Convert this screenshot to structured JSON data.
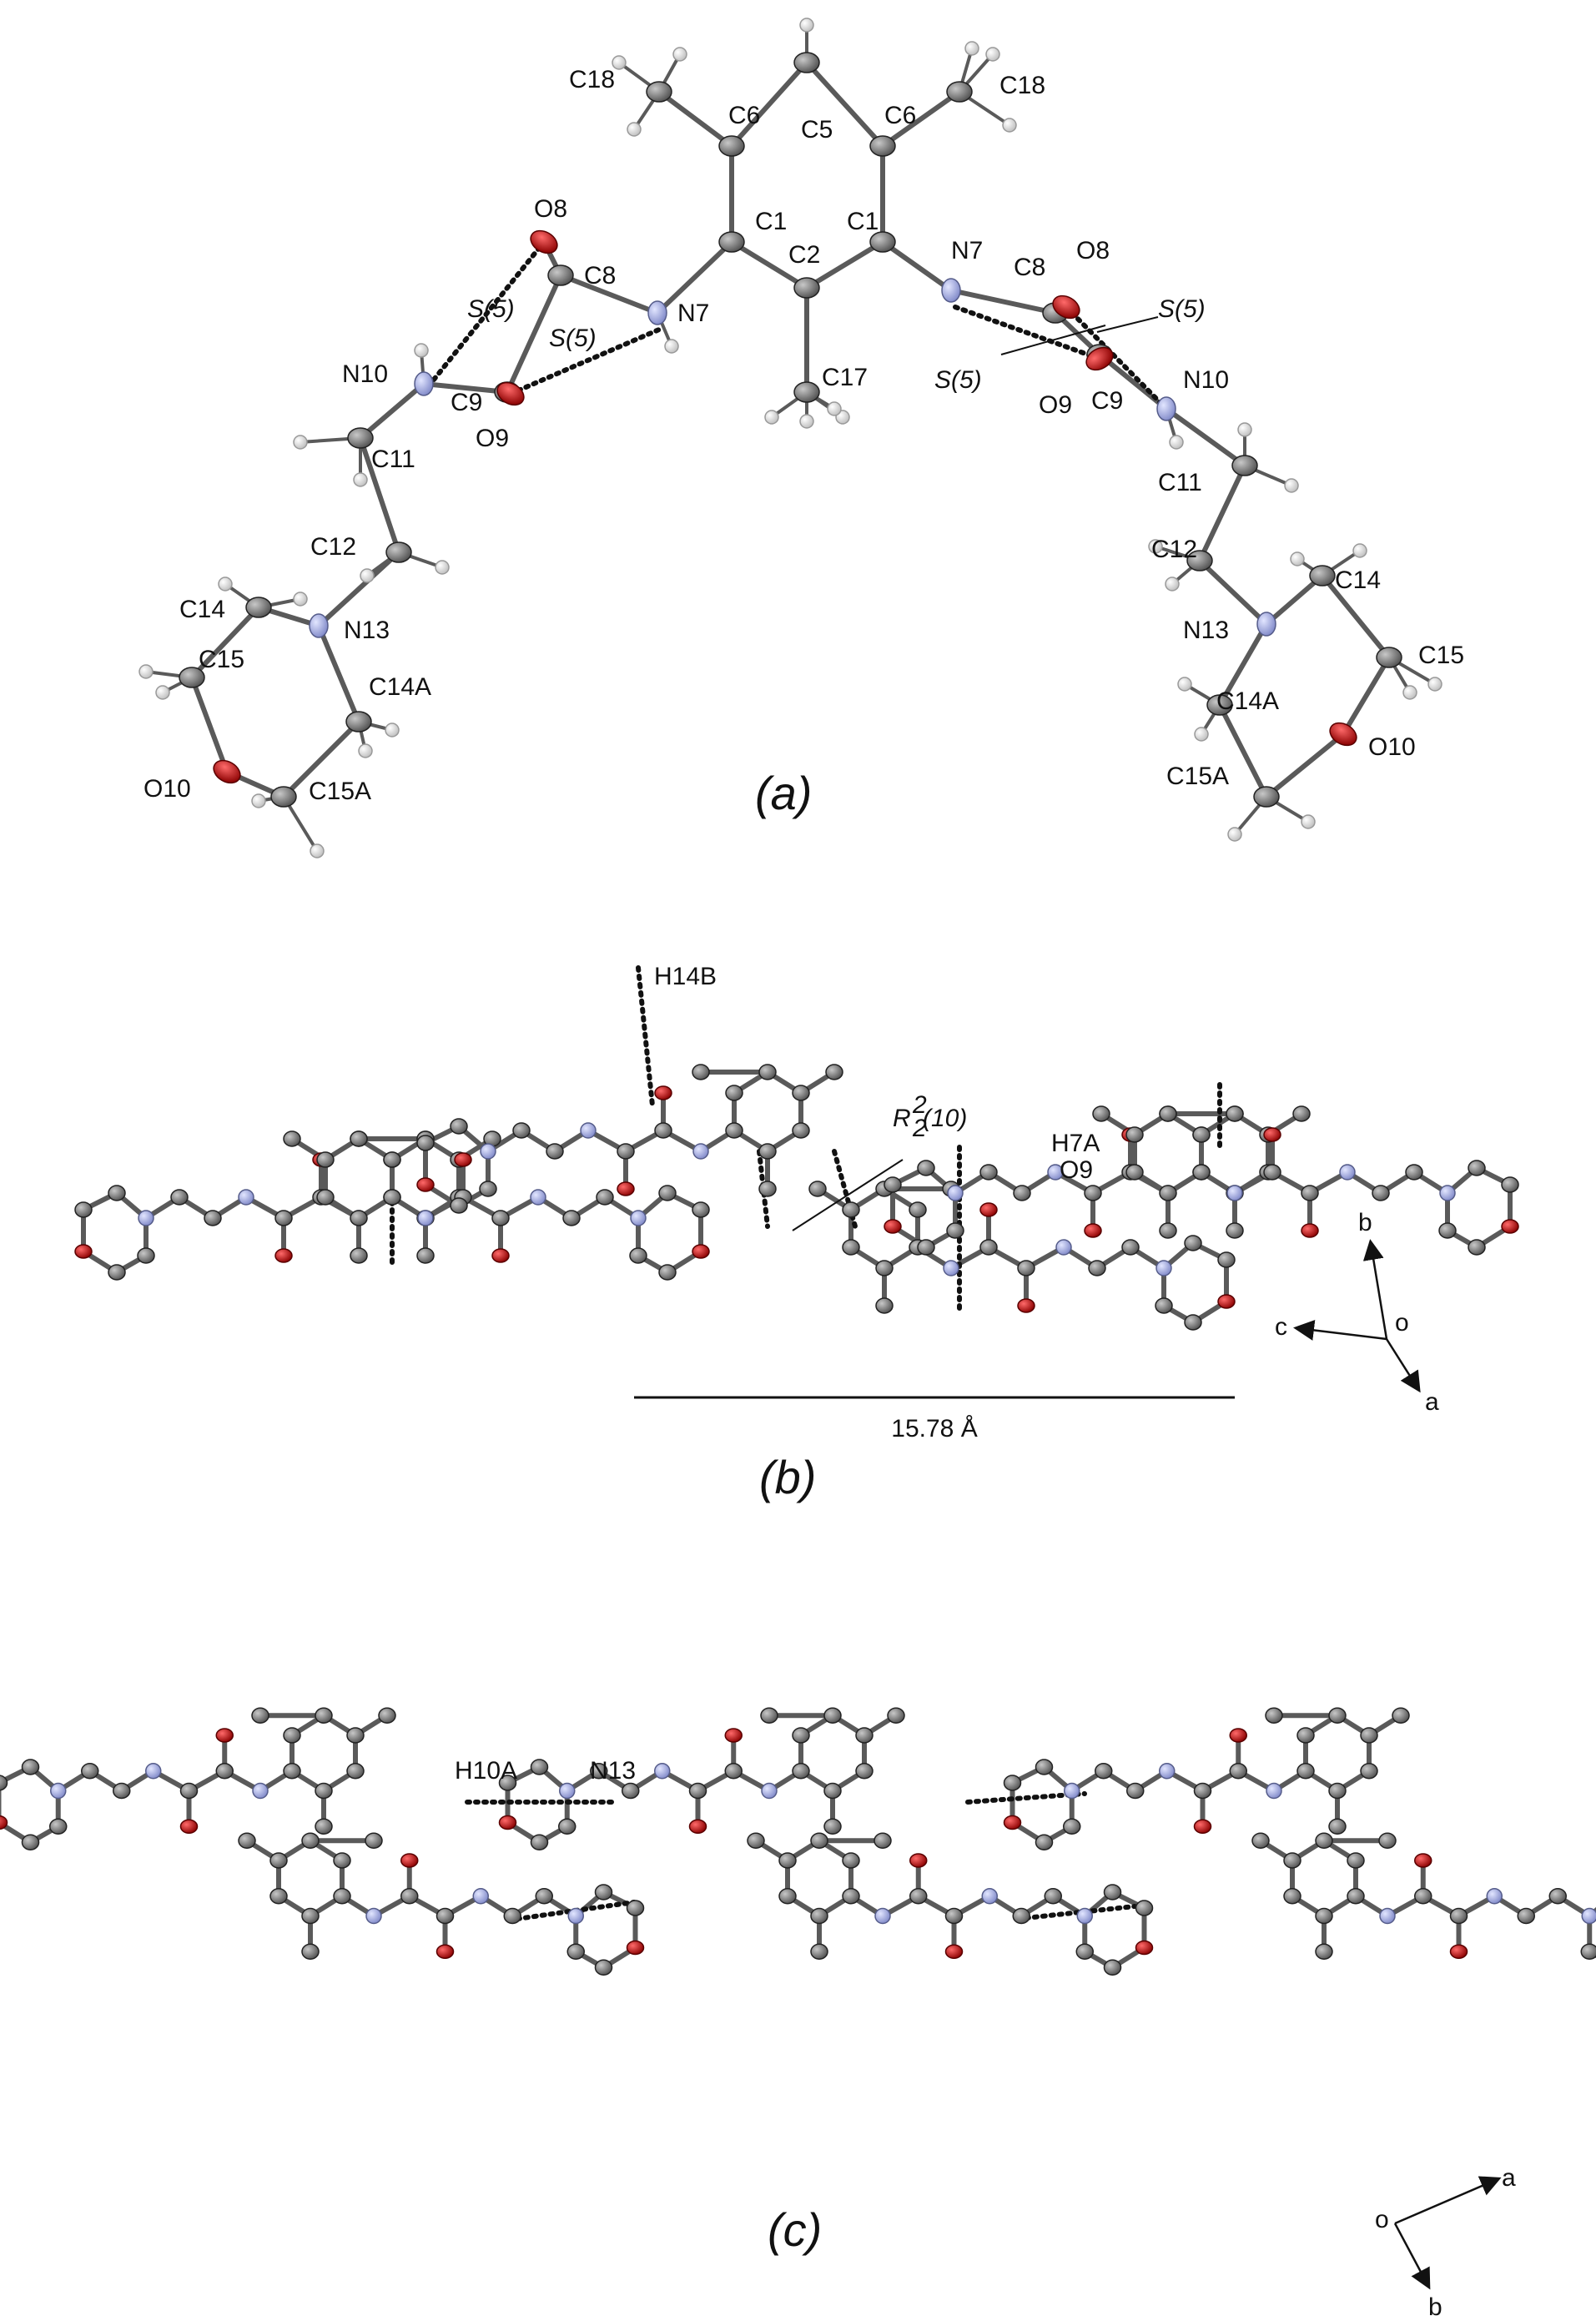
{
  "panels": [
    {
      "caption": "(a)",
      "atom_labels": [
        "C18",
        "C6",
        "C5",
        "C6",
        "C18",
        "O8",
        "C1",
        "C2",
        "C1",
        "N7",
        "C8",
        "O8",
        "C8",
        "S(5)",
        "S(5)",
        "N7",
        "S(5)",
        "S(5)",
        "N10",
        "C9",
        "O9",
        "C17",
        "O9",
        "C9",
        "N10",
        "C11",
        "C11",
        "C12",
        "C12",
        "C14",
        "N13",
        "C14",
        "N13",
        "C15",
        "C15",
        "C14A",
        "C14A",
        "O10",
        "C15A",
        "C15A",
        "O10"
      ]
    },
    {
      "caption": "(b)",
      "labels": [
        "H14B",
        "R",
        "2",
        "2",
        "(10)",
        "H7A",
        "O9"
      ],
      "scale_label": "15.78 Å",
      "axes": [
        "b",
        "c",
        "o",
        "a"
      ]
    },
    {
      "caption": "(c)",
      "labels": [
        "H10A",
        "N13"
      ],
      "axes": [
        "a",
        "o",
        "b"
      ]
    }
  ],
  "colors": {
    "carbon": "#6e6e6e",
    "nitrogen": "#9da6e0",
    "oxygen": "#c8102e",
    "hydrogen": "#e0e0e0",
    "bond": "#5a5a5a"
  }
}
